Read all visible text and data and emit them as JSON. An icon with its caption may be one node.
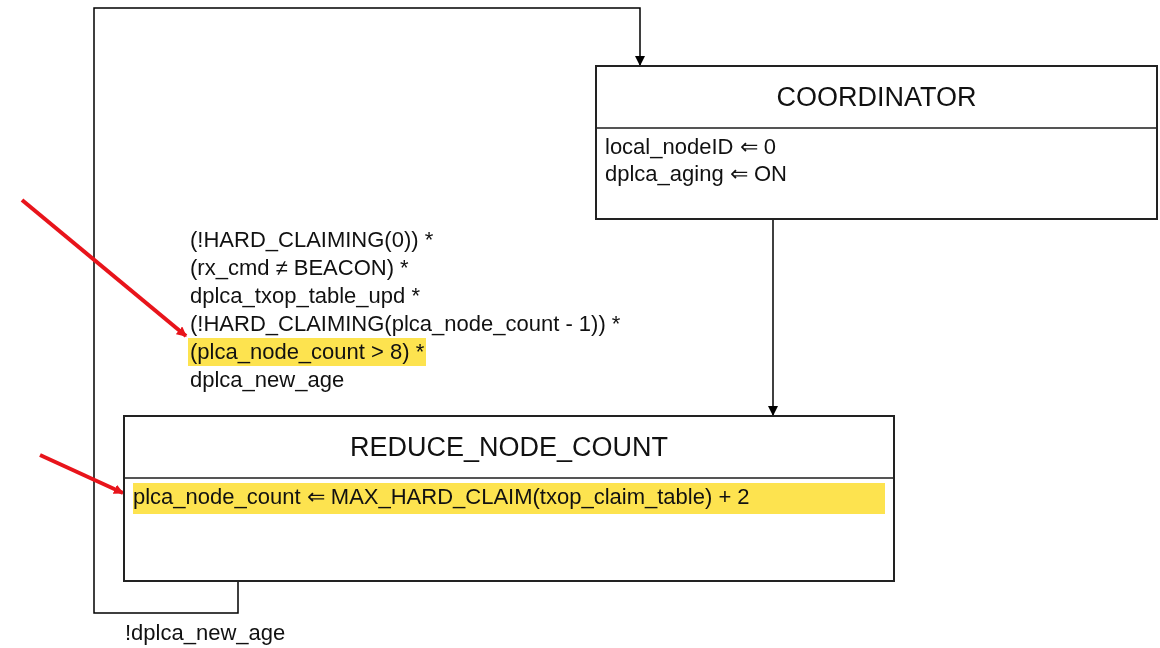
{
  "diagram": {
    "nodes": [
      {
        "text": [
          "COORDINATOR",
          "local_nodeID ⇐ 0",
          "dplca_aging ⇐ ON"
        ]
      },
      {
        "text": [
          "REDUCE_NODE_COUNT",
          "plca_node_count ⇐ MAX_HARD_CLAIM(txop_claim_table) + 2"
        ]
      },
      {
        "text": [
          "(!HARD_CLAIMING(0)) *",
          "(rx_cmd ≠ BEACON) *",
          "dplca_txop_table_upd *",
          "(!HARD_CLAIMING(plca_node_count - 1)) *",
          "(plca_node_count > 8) *",
          "dplca_new_age"
        ]
      }
    ],
    "edges": [
      {
        "from": 0,
        "to": 1,
        "arrow": "to"
      },
      {
        "from": 1,
        "to": 0,
        "arrow": "to",
        "label": "!dplca_new_age"
      },
      {
        "from": null,
        "to": 2,
        "arrow": "to",
        "style": "thick",
        "color": "#e8141b"
      },
      {
        "from": null,
        "to": 1,
        "arrow": "to",
        "style": "thick",
        "color": "#e8141b"
      }
    ]
  }
}
